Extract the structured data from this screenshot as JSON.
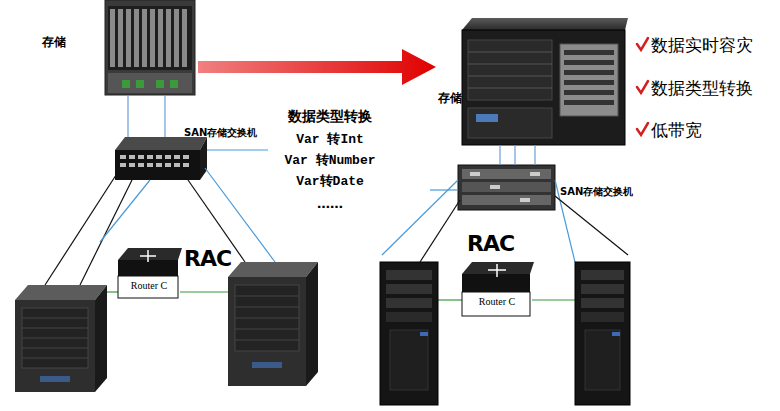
{
  "diagram": {
    "nodes": [
      {
        "text": [
          "存储"
        ]
      },
      {
        "text": [
          "SAN存储交换机"
        ]
      },
      {
        "text": [
          "Router C"
        ]
      },
      {
        "text": [
          "存储"
        ]
      },
      {
        "text": [
          "SAN存储交换机"
        ]
      },
      {
        "text": [
          "Router C"
        ]
      }
    ],
    "edges": [
      {
        "from": 0,
        "to": 1,
        "arrow": "none"
      },
      {
        "from": 0,
        "to": 3,
        "arrow": "to"
      },
      {
        "from": 3,
        "to": 4,
        "arrow": "none"
      }
    ],
    "labels": [
      "RAC",
      "数据类型转换",
      "Var 转Int",
      "Var 转Number",
      "Var转Date",
      "……",
      "RAC",
      "数据实时容灾",
      "数据类型转换",
      "低带宽"
    ]
  }
}
